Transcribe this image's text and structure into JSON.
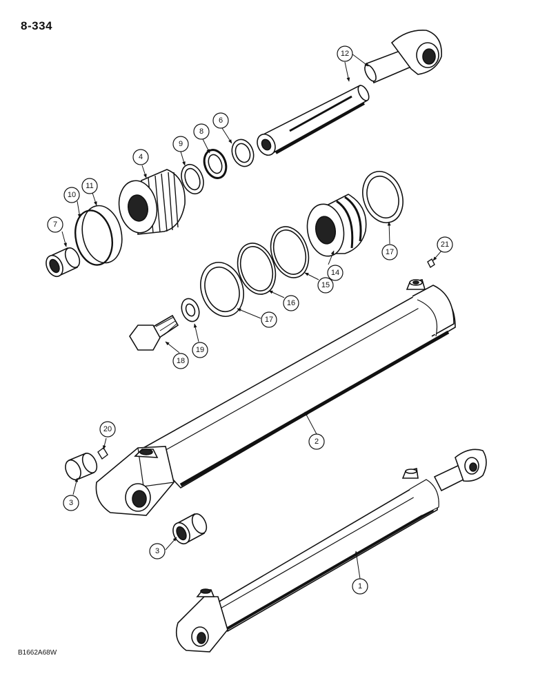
{
  "page": {
    "page_number": "8-334",
    "drawing_code": "B1662A68W"
  },
  "callouts": [
    {
      "id": "c1",
      "label": "1"
    },
    {
      "id": "c2",
      "label": "2"
    },
    {
      "id": "c3a",
      "label": "3"
    },
    {
      "id": "c3b",
      "label": "3"
    },
    {
      "id": "c4",
      "label": "4"
    },
    {
      "id": "c6",
      "label": "6"
    },
    {
      "id": "c7",
      "label": "7"
    },
    {
      "id": "c8",
      "label": "8"
    },
    {
      "id": "c9",
      "label": "9"
    },
    {
      "id": "c10",
      "label": "10"
    },
    {
      "id": "c11",
      "label": "11"
    },
    {
      "id": "c12",
      "label": "12"
    },
    {
      "id": "c14",
      "label": "14"
    },
    {
      "id": "c15",
      "label": "15"
    },
    {
      "id": "c16",
      "label": "16"
    },
    {
      "id": "c17a",
      "label": "17"
    },
    {
      "id": "c17b",
      "label": "17"
    },
    {
      "id": "c18",
      "label": "18"
    },
    {
      "id": "c19",
      "label": "19"
    },
    {
      "id": "c20",
      "label": "20"
    },
    {
      "id": "c21",
      "label": "21"
    }
  ]
}
